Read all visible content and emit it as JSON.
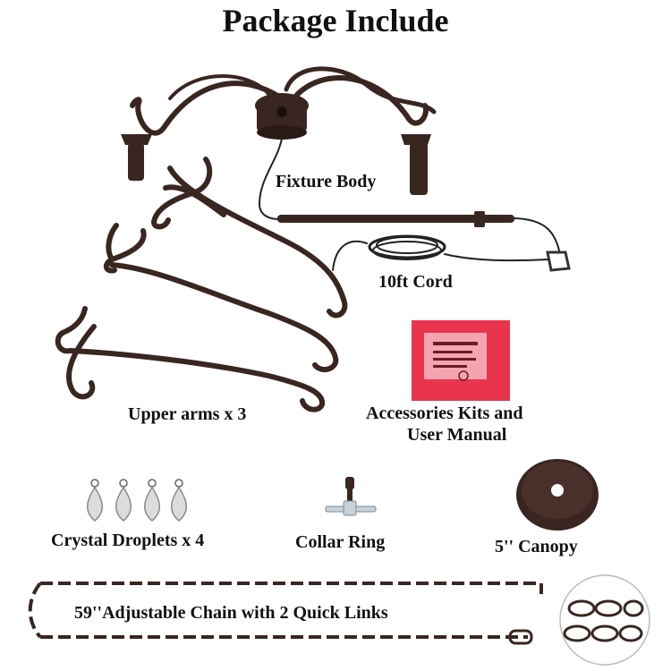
{
  "title": "Package Include",
  "items": {
    "fixture_body": "Fixture Body",
    "cord": "10ft Cord",
    "upper_arms": "Upper arms x 3",
    "accessories_line1": "Accessories Kits and",
    "accessories_line2": "User Manual",
    "crystal_droplets": "Crystal Droplets x 4",
    "collar_ring": "Collar Ring",
    "canopy": "5'' Canopy",
    "chain": "59''Adjustable Chain with 2 Quick Links"
  },
  "colors": {
    "metal": "#3a2621",
    "bag": "#e9344e",
    "background": "#ffffff"
  }
}
